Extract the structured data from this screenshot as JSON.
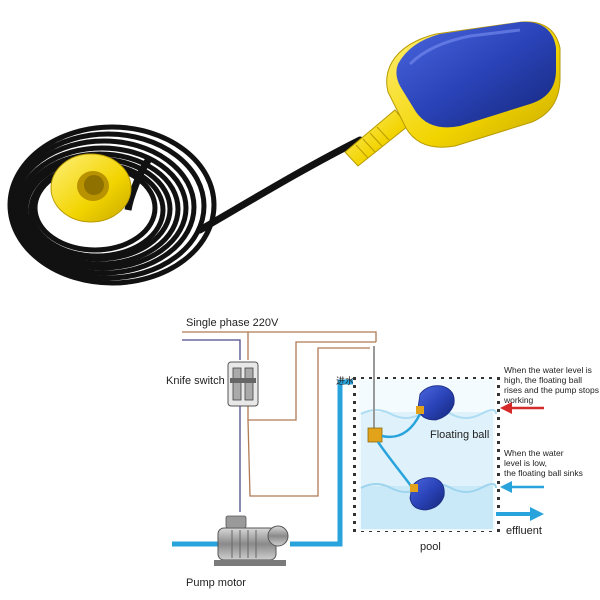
{
  "labels": {
    "supply": "Single phase 220V",
    "knife_switch": "Knife switch",
    "inlet": "进水",
    "floating_ball": "Floating ball",
    "pool": "pool",
    "effluent": "effluent",
    "pump_motor": "Pump motor",
    "high_note": [
      "When the water level is",
      "high, the floating ball",
      "rises and the pump stops",
      "working"
    ],
    "low_note": [
      "When the water",
      "level is low,",
      "the floating ball sinks"
    ]
  },
  "colors": {
    "water_pipe": "#29a3dc",
    "wire": "#b07a55",
    "float_blue": "#2a43b8",
    "float_yellow": "#f2d400",
    "cable": "#111111",
    "arrow_red": "#d62a2a",
    "tank_water": "#c9e9f8"
  },
  "icons": [
    "float-switch-photo",
    "knife-switch-icon",
    "pump-motor-icon",
    "float-ball-icon"
  ]
}
